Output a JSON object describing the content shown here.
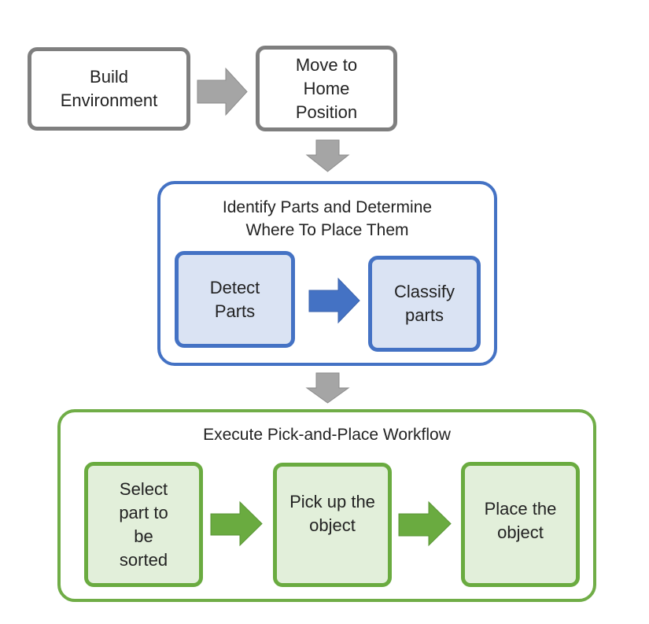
{
  "diagram": {
    "colors": {
      "gray_stroke": "#7f7f7f",
      "gray_arrow": "#a5a5a5",
      "blue_stroke": "#4472c4",
      "blue_fill": "#dae3f3",
      "green_stroke": "#70ad47",
      "green_fill": "#e2efda"
    },
    "steps": {
      "build_environment": "Build\nEnvironment",
      "move_home": "Move to\nHome\nPosition"
    },
    "identify_group": {
      "title": "Identify Parts and Determine\nWhere To Place Them",
      "steps": [
        {
          "label": "Detect\nParts"
        },
        {
          "label": "Classify\nparts"
        }
      ]
    },
    "execute_group": {
      "title": "Execute Pick-and-Place Workflow",
      "steps": [
        {
          "label": "Select\npart to\nbe\nsorted"
        },
        {
          "label": "Pick up the\nobject"
        },
        {
          "label": "Place the\nobject"
        }
      ]
    },
    "arrows": [
      {
        "from": "build_environment",
        "to": "move_home",
        "direction": "right",
        "color": "gray"
      },
      {
        "from": "move_home",
        "to": "identify_group",
        "direction": "down",
        "color": "gray"
      },
      {
        "from": "detect_parts",
        "to": "classify_parts",
        "direction": "right",
        "color": "blue"
      },
      {
        "from": "identify_group",
        "to": "execute_group",
        "direction": "down",
        "color": "gray"
      },
      {
        "from": "select_part",
        "to": "pick_up",
        "direction": "right",
        "color": "green"
      },
      {
        "from": "pick_up",
        "to": "place",
        "direction": "right",
        "color": "green"
      }
    ]
  }
}
